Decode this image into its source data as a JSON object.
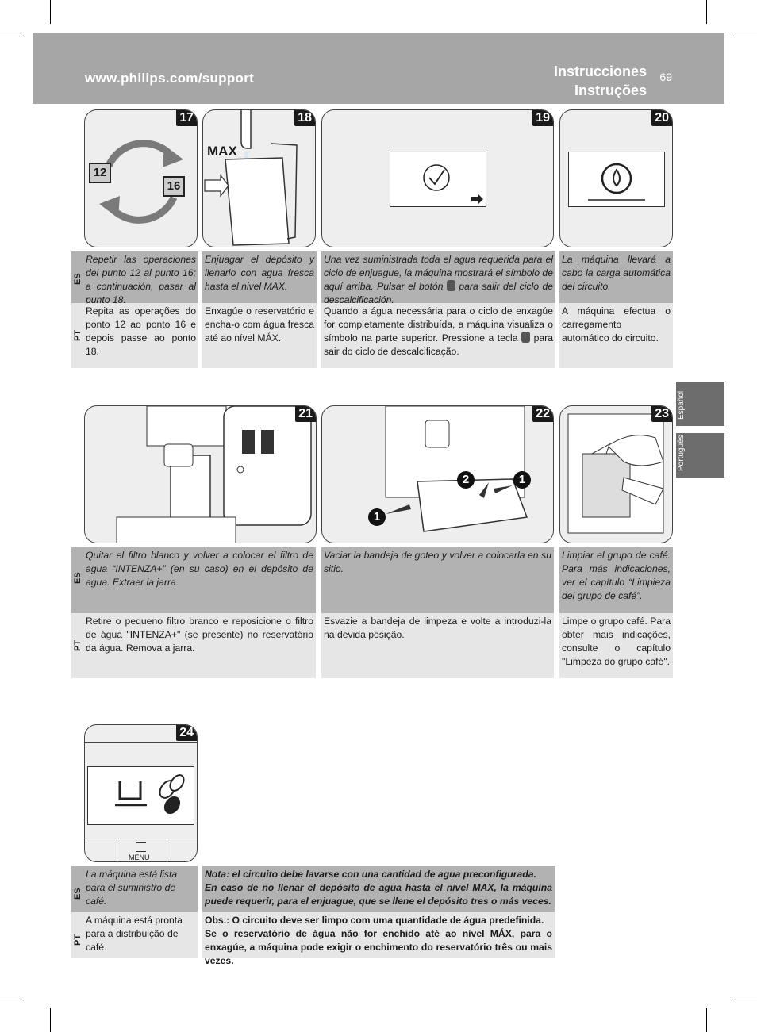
{
  "header": {
    "url": "www.philips.com/support",
    "title_es": "Instrucciones",
    "title_pt": "Instruções",
    "page_number": "69"
  },
  "side_tabs": [
    "Español",
    "Português"
  ],
  "lang_labels": {
    "es": "ES",
    "pt": "PT"
  },
  "figures": {
    "f17": {
      "number": "17",
      "box_a": "12",
      "box_b": "16"
    },
    "f18": {
      "number": "18",
      "label": "MAX"
    },
    "f19": {
      "number": "19"
    },
    "f20": {
      "number": "20"
    },
    "f21": {
      "number": "21"
    },
    "f22": {
      "number": "22",
      "callout_1": "1",
      "callout_2": "2"
    },
    "f23": {
      "number": "23"
    },
    "f24": {
      "number": "24",
      "menu_label": "MENU"
    }
  },
  "row1": {
    "es": [
      "Repetir las operaciones del punto 12 al punto 16; a continuación, pasar al punto 18.",
      "Enjuagar el depósito y llenarlo con agua fresca hasta el nivel MAX.",
      {
        "before": "Una vez suministrada toda el agua requerida para el ciclo de enjuague, la máquina mostrará el símbolo de aquí arriba. Pulsar el botón",
        "after": "para salir del ciclo de descalcificación."
      },
      "La máquina llevará a cabo la carga automática del circuito."
    ],
    "pt": [
      "Repita as operações do ponto 12 ao ponto 16 e depois passe ao ponto 18.",
      "Enxagúe o reservatório e encha-o com água fresca até ao nível MÁX.",
      {
        "before": "Quando a água necessária para o ciclo de enxagúe for completamente distribuída, a máquina visualiza o símbolo na parte superior. Pressione a tecla",
        "after": "para sair do ciclo de descalcificação."
      },
      "A máquina efectua o carregamento automático do circuito."
    ]
  },
  "row2": {
    "es": [
      "Quitar el filtro blanco y volver a colocar el filtro de agua “INTENZA+” (en su caso) en el depósito de agua. Extraer la jarra.",
      "Vaciar la bandeja de goteo y volver a colocarla en su sitio.",
      "Limpiar el grupo de café. Para más indicaciones, ver el capítulo “Limpieza del grupo de café”."
    ],
    "pt": [
      "Retire o pequeno filtro branco e reposicione o filtro de água \"INTENZA+\" (se presente) no reservatório da água. Remova a jarra.",
      "Esvazie a bandeja de limpeza e volte a introduzi-la na devida posição.",
      "Limpe o grupo café. Para obter mais indicações, consulte o capítulo \"Limpeza do grupo café\"."
    ]
  },
  "row3": {
    "es": [
      "La máquina está lista para el suministro de café.",
      "Nota: el circuito debe lavarse con una cantidad de agua preconfigurada.",
      "En caso de no llenar el depósito de agua hasta el nivel MAX, la máquina puede requerir, para el enjuague, que se llene el depósito tres o más veces."
    ],
    "pt": [
      "A máquina está pronta para a distribuição de café.",
      "Obs.: O circuito deve ser limpo com uma quantidade de água predefinida.",
      "Se o reservatório de água não for enchido até ao nível MÁX, para o enxagúe, a máquina pode exigir o enchimento do reservatório três ou mais vezes."
    ]
  }
}
